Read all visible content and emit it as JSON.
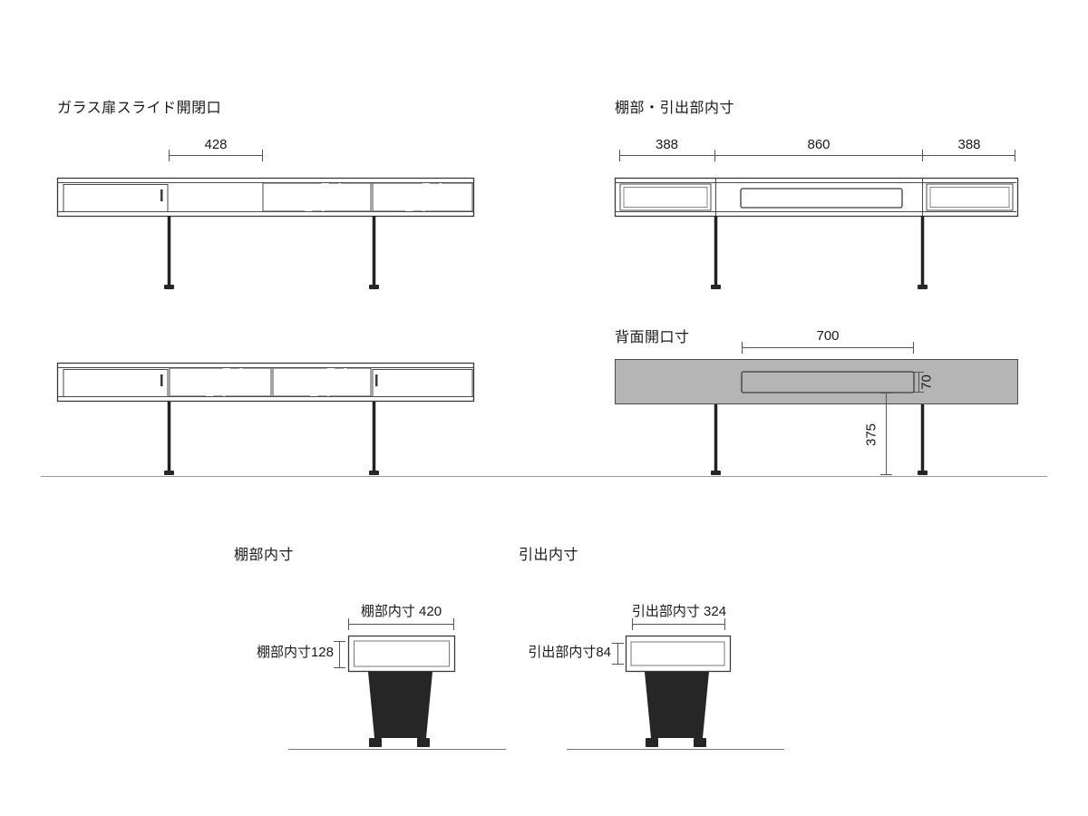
{
  "colors": {
    "line": "#3a3a3a",
    "dim_line": "#555555",
    "glass": "#666b6f",
    "glass_stripe": "#ffffff",
    "rear_panel": "#b5b5b5",
    "leg": "#262626",
    "ground": "#999999"
  },
  "sections": {
    "glass_slide": {
      "title": "ガラス扉スライド開閉口",
      "opening_width": "428"
    },
    "inner_front": {
      "title": "棚部・引出部内寸",
      "left_width": "388",
      "center_width": "860",
      "right_width": "388"
    },
    "rear": {
      "title": "背面開口寸",
      "opening_width": "700",
      "opening_height": "70",
      "floor_to_opening": "375"
    },
    "shelf_side": {
      "title": "棚部内寸",
      "width_label": "棚部内寸 420",
      "height_label": "棚部内寸128"
    },
    "drawer_side": {
      "title": "引出内寸",
      "width_label": "引出部内寸 324",
      "height_label": "引出部内寸84"
    }
  }
}
